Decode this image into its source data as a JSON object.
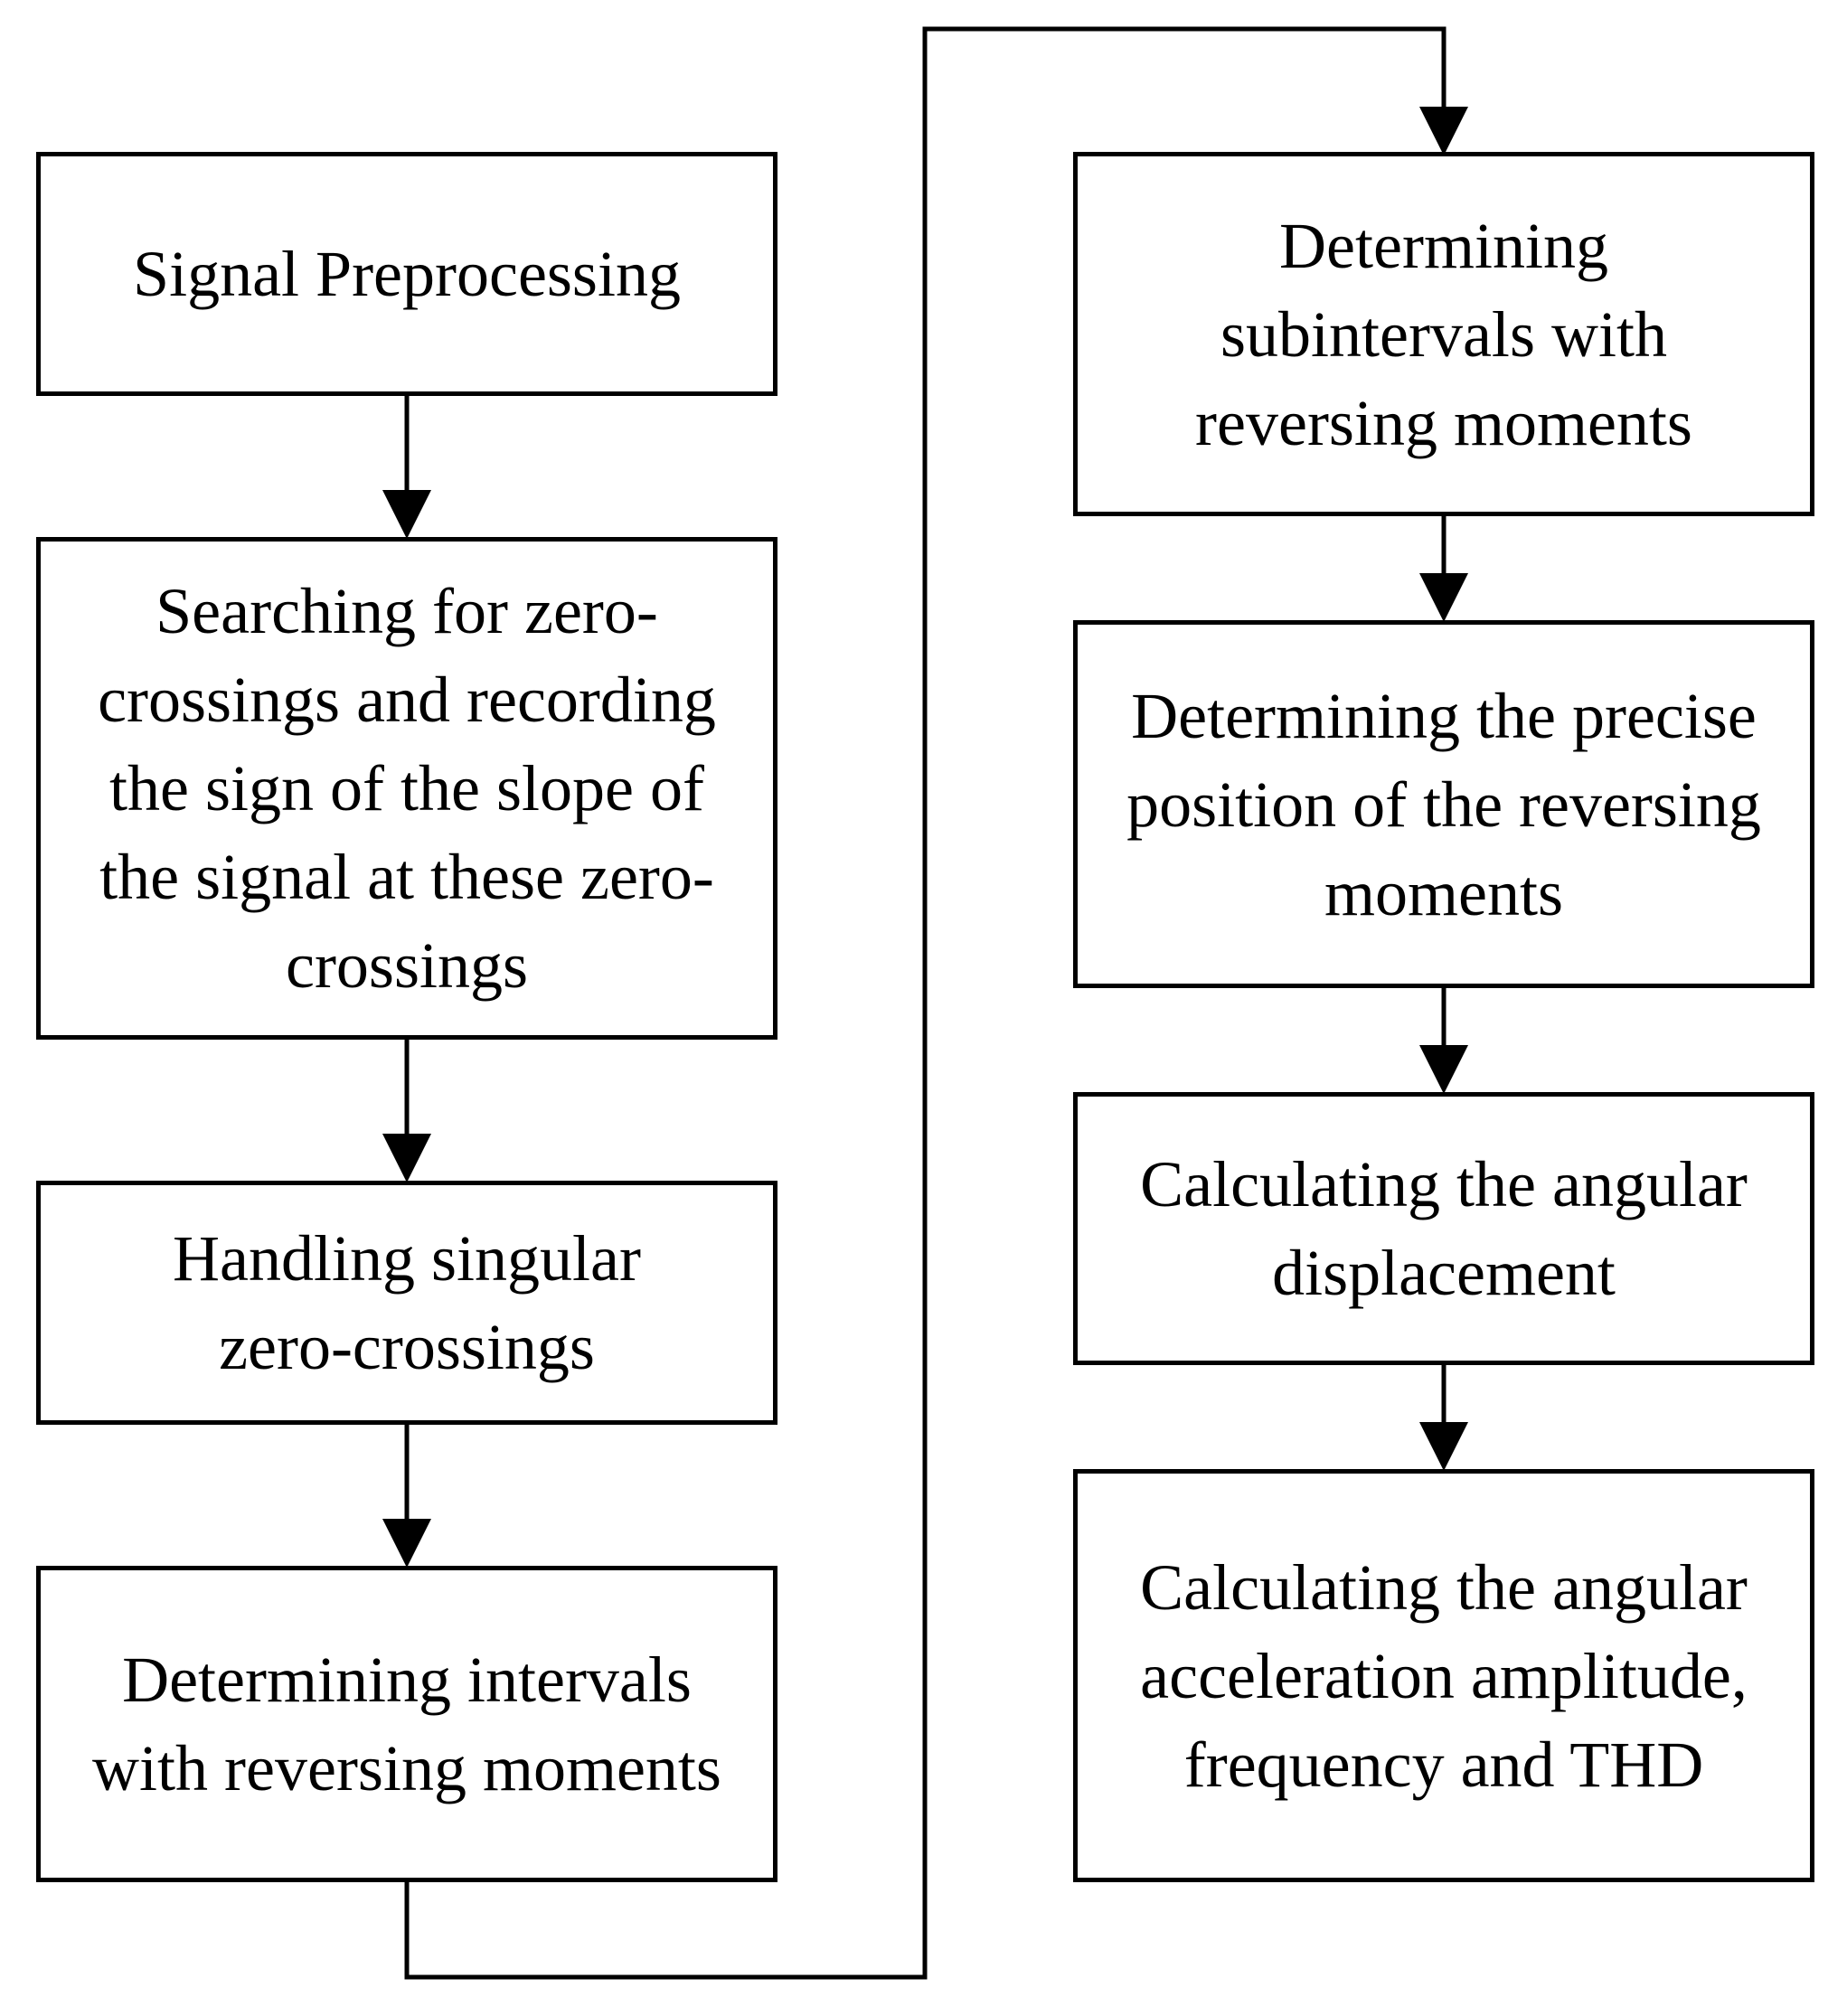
{
  "steps": {
    "signal_preprocessing": "Signal Preprocessing",
    "zero_crossings_search": "Searching for zero-crossings and recording the sign of the slope of the signal at these zero-crossings",
    "singular_zero_crossings": "Handling singular zero-crossings",
    "intervals_reversing": "Determining intervals with reversing moments",
    "subintervals_reversing": "Determining subintervals with reversing moments",
    "precise_position": "Determining the precise position of the reversing moments",
    "angular_displacement": "Calculating the angular displacement",
    "acceleration_output": "Calculating the angular acceleration amplitude, frequency and THD"
  }
}
